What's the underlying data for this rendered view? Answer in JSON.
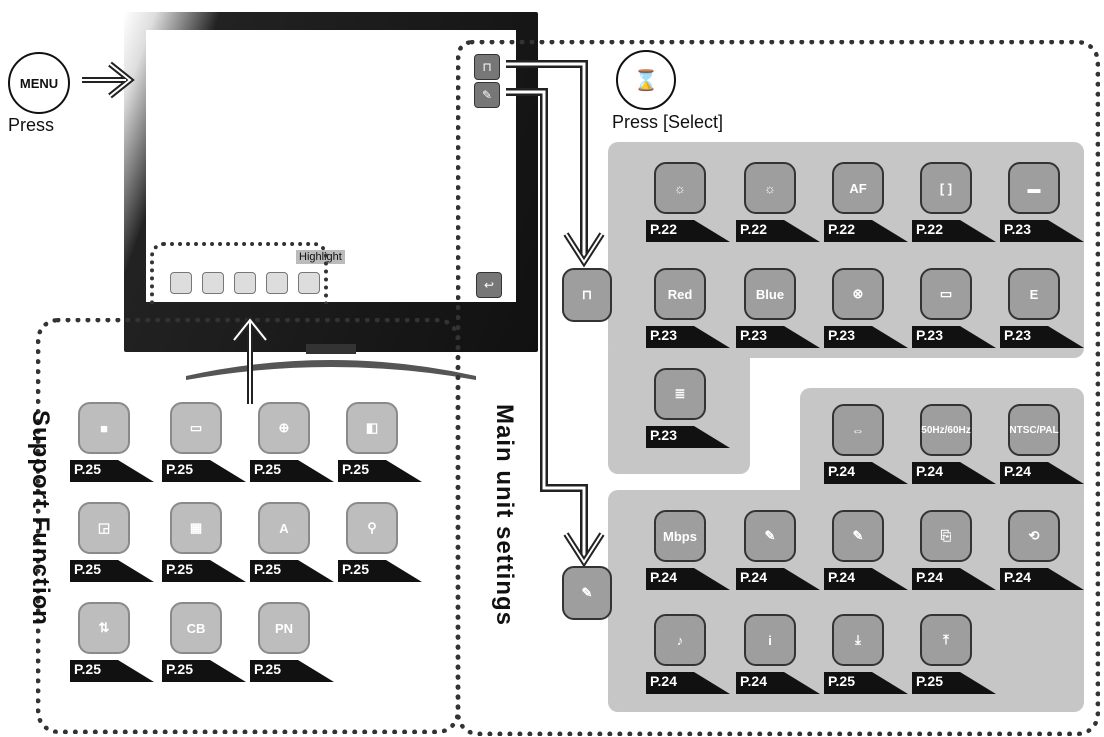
{
  "labels": {
    "menu_button": "MENU",
    "press": "Press",
    "select_button_glyph": "⌛",
    "press_select": "Press [Select]",
    "support_function": "Support Function",
    "main_unit_settings": "Main unit settings",
    "highlight": "Highlight"
  },
  "camera_settings": [
    {
      "icon": "brightness-icon",
      "glyph": "☼",
      "page": "P.22"
    },
    {
      "icon": "auto-exposure-icon",
      "glyph": "☼",
      "page": "P.22"
    },
    {
      "icon": "auto-focus-icon",
      "glyph": "AF",
      "page": "P.22"
    },
    {
      "icon": "focus-area-icon",
      "glyph": "[ ]",
      "page": "P.22"
    },
    {
      "icon": "mode-icon",
      "glyph": "▬",
      "page": "P.23"
    },
    {
      "icon": "red-icon",
      "glyph": "Red",
      "page": "P.23"
    },
    {
      "icon": "blue-icon",
      "glyph": "Blue",
      "page": "P.23"
    },
    {
      "icon": "zoom-pattern-icon",
      "glyph": "⊗",
      "page": "P.23"
    },
    {
      "icon": "monitor-icon",
      "glyph": "▭",
      "page": "P.23"
    },
    {
      "icon": "edge-icon",
      "glyph": "E",
      "page": "P.23"
    },
    {
      "icon": "text-mode-icon",
      "glyph": "≣",
      "page": "P.23"
    }
  ],
  "setup_top": [
    {
      "icon": "usb-icon",
      "glyph": "⇔",
      "page": "P.24"
    },
    {
      "icon": "frequency-icon",
      "glyph": "50Hz/60Hz",
      "page": "P.24"
    },
    {
      "icon": "ntsc-pal-icon",
      "glyph": "NTSC/PAL",
      "page": "P.24"
    }
  ],
  "setup_settings": [
    {
      "icon": "bitrate-icon",
      "glyph": "Mbps",
      "page": "P.24"
    },
    {
      "icon": "mic-volume-icon",
      "glyph": "✎",
      "page": "P.24"
    },
    {
      "icon": "mic-icon",
      "glyph": "✎",
      "page": "P.24"
    },
    {
      "icon": "copy-icon",
      "glyph": "⎘",
      "page": "P.24"
    },
    {
      "icon": "reset-icon",
      "glyph": "⟲",
      "page": "P.24"
    },
    {
      "icon": "audio-icon",
      "glyph": "♪",
      "page": "P.24"
    },
    {
      "icon": "info-icon",
      "glyph": "i",
      "page": "P.24"
    },
    {
      "icon": "download-icon",
      "glyph": "⤓",
      "page": "P.25"
    },
    {
      "icon": "upload-icon",
      "glyph": "⤒",
      "page": "P.25"
    }
  ],
  "support_functions": [
    {
      "icon": "mask-icon",
      "glyph": "■",
      "page": "P.25"
    },
    {
      "icon": "spotlight-icon",
      "glyph": "▭",
      "page": "P.25"
    },
    {
      "icon": "zoom-icon",
      "glyph": "⊕",
      "page": "P.25"
    },
    {
      "icon": "freeze-icon",
      "glyph": "◧",
      "page": "P.25"
    },
    {
      "icon": "pip-icon",
      "glyph": "◲",
      "page": "P.25"
    },
    {
      "icon": "mosaic-icon",
      "glyph": "▦",
      "page": "P.25"
    },
    {
      "icon": "outline-icon",
      "glyph": "A",
      "page": "P.25"
    },
    {
      "icon": "microscope-icon",
      "glyph": "⚲",
      "page": "P.25"
    },
    {
      "icon": "rotate-icon",
      "glyph": "⇅",
      "page": "P.25"
    },
    {
      "icon": "compare-icon",
      "glyph": "CB",
      "page": "P.25"
    },
    {
      "icon": "positive-negative-icon",
      "glyph": "PN",
      "page": "P.25"
    }
  ]
}
